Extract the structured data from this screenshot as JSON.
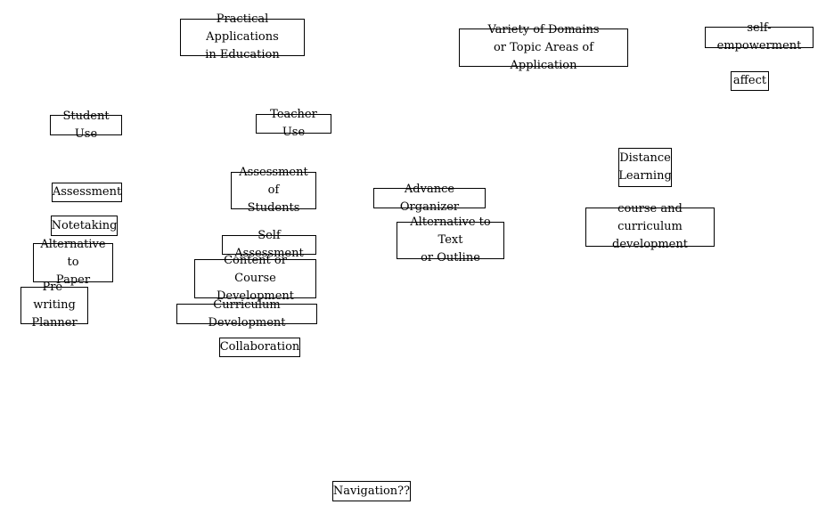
{
  "nodes": {
    "practical_applications": "Practical Applications\nin Education",
    "variety_of_domains": "Variety of Domains\nor Topic Areas of Application",
    "self_empowerment": "self-empowerment",
    "affect": "affect",
    "student_use": "Student Use",
    "teacher_use": "Teacher Use",
    "distance_learning": "Distance\nLearning",
    "assessment": "Assessment",
    "assessment_of_students": "Assessment of\nStudents",
    "advance_organizer": "Advance Organizer",
    "course_and_curriculum": "course and curriculum\ndevelopment",
    "notetaking": "Notetaking",
    "alternative_to_text": "Alternative to Text\nor Outline",
    "self_assessment": "Self Assessment",
    "alternative_to_paper": "Alternative to\nPaper",
    "content_course_dev": "Content or\nCourse Development",
    "pre_writing_planner": "Pre-writing\nPlanner",
    "curriculum_development": "Curriculum Development",
    "collaboration": "Collaboration",
    "navigation": "Navigation??"
  }
}
